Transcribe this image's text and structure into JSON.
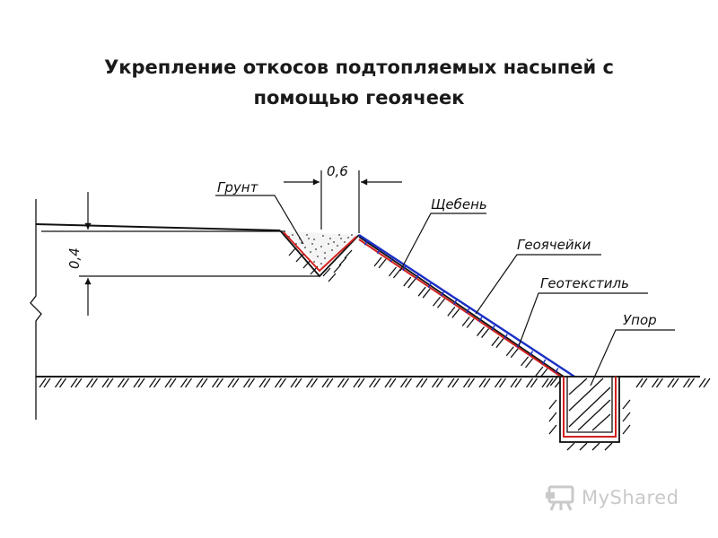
{
  "title_line1": "Укрепление откосов подтопляемых насыпей с",
  "title_line2": "помощью геоячеек",
  "labels": {
    "soil": "Грунт",
    "width": "0,6",
    "depth": "0,4",
    "gravel": "Щебень",
    "geocells": "Геоячейки",
    "geotextile": "Геотекстиль",
    "stop": "Упор"
  },
  "watermark": "MyShared",
  "colors": {
    "geocell_line": "#1a2fc4",
    "geotextile_line": "#d22020",
    "ink": "#111111"
  }
}
